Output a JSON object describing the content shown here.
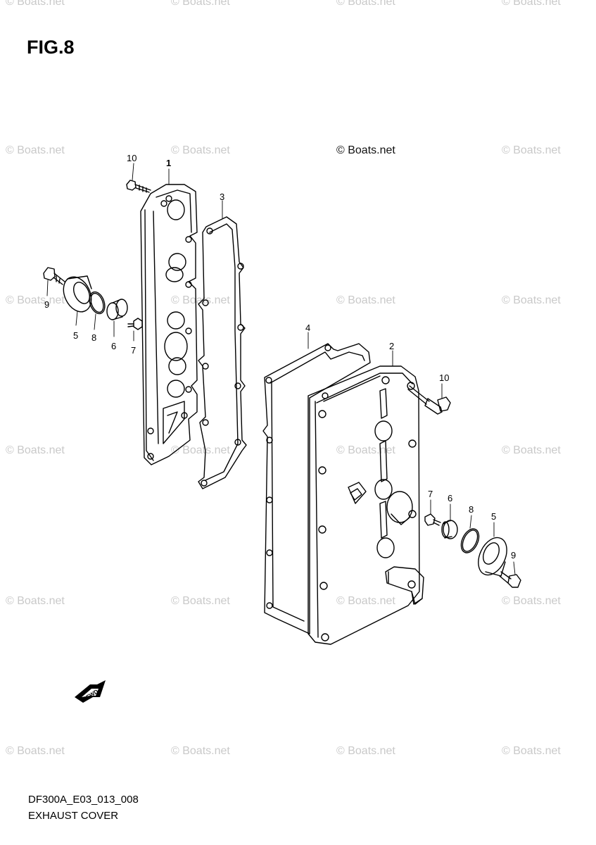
{
  "figure": {
    "title": "FIG.8"
  },
  "footer": {
    "code": "DF300A_E03_013_008",
    "title": "EXHAUST COVER"
  },
  "watermark": {
    "text": "© Boats.net",
    "color": "#c9c9c9"
  },
  "callouts": {
    "c1": "1",
    "c2": "2",
    "c3": "3",
    "c4": "4",
    "c5a": "5",
    "c5b": "5",
    "c6a": "6",
    "c6b": "6",
    "c7a": "7",
    "c7b": "7",
    "c8a": "8",
    "c8b": "8",
    "c9a": "9",
    "c9b": "9",
    "c10a": "10",
    "c10b": "10"
  },
  "fwd_icon_label": "FWD"
}
